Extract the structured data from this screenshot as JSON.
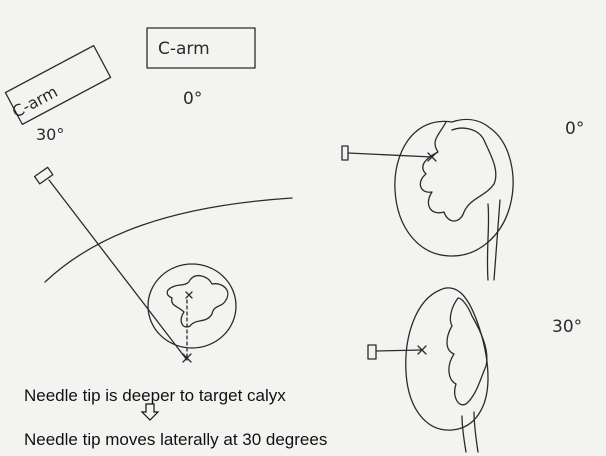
{
  "labels": {
    "carm_top_box": "C-arm",
    "carm_top_angle": "0°",
    "carm_tilted_box": "C-arm",
    "carm_tilted_angle": "30°",
    "right_top_angle": "0°",
    "right_bottom_angle": "30°"
  },
  "captions": {
    "line1": "Needle tip is deeper to target calyx",
    "line2": "Needle tip moves laterally at 30 degrees"
  },
  "icons": {
    "arrow": "down-arrow-icon"
  },
  "colors": {
    "paper": "#f3f3f1",
    "ink": "#2b2b2b"
  }
}
